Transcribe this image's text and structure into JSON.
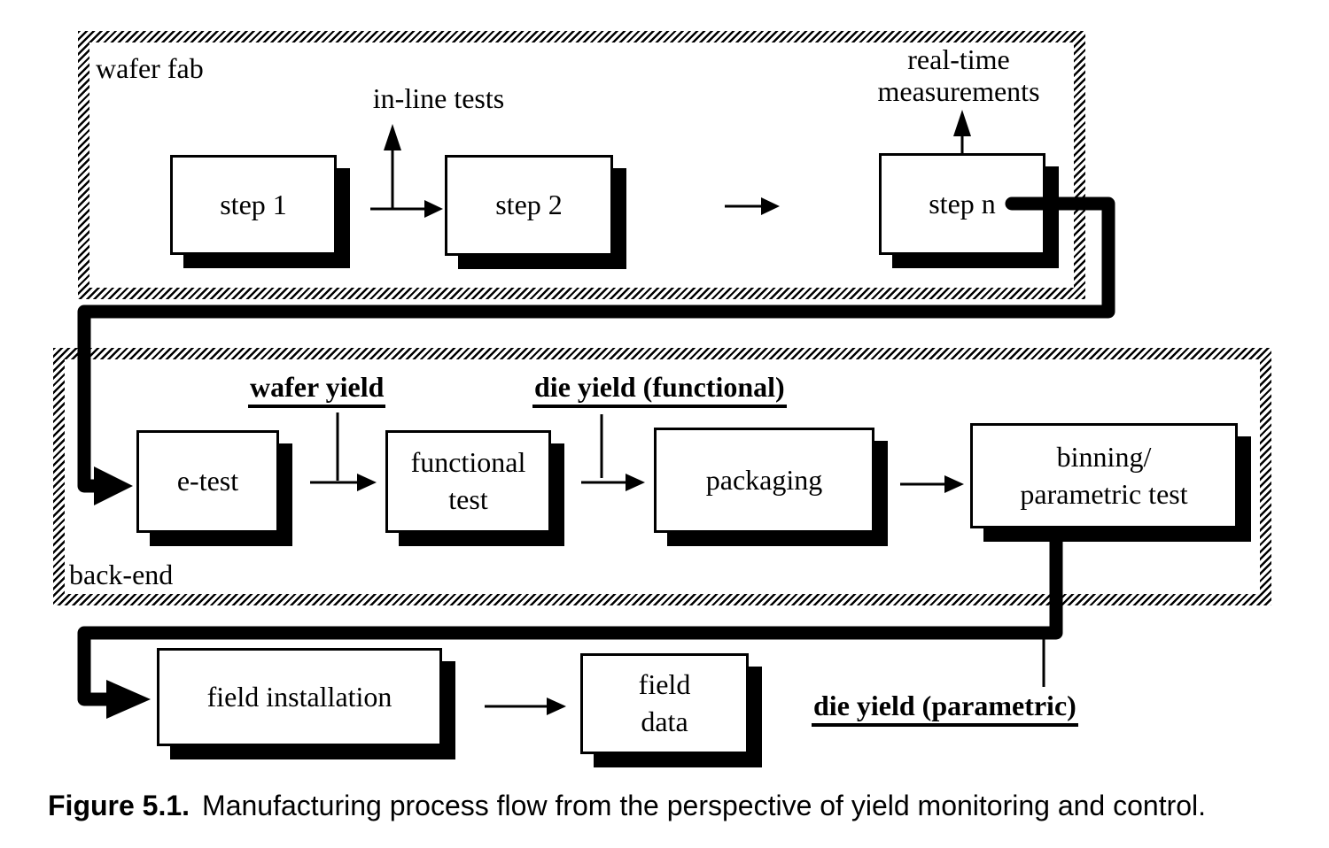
{
  "figure": {
    "caption_prefix": "Figure 5.1.",
    "caption_text": "Manufacturing process flow from the perspective of yield monitoring and control."
  },
  "regions": {
    "wafer_fab": "wafer fab",
    "back_end": "back-end"
  },
  "boxes": {
    "step1": "step 1",
    "step2": "step 2",
    "stepn": "step n",
    "etest": "e-test",
    "functional_line1": "functional",
    "functional_line2": "test",
    "packaging": "packaging",
    "binning_line1": "binning/",
    "binning_line2": "parametric test",
    "field_installation": "field installation",
    "field_data_line1": "field",
    "field_data_line2": "data"
  },
  "annotations": {
    "inline_tests": "in-line tests",
    "realtime_line1": "real-time",
    "realtime_line2": "measurements",
    "wafer_yield": "wafer yield",
    "die_yield_functional": "die yield (functional)",
    "die_yield_parametric": "die yield (parametric)"
  },
  "colors": {
    "ink": "#000000",
    "paper": "#ffffff"
  }
}
